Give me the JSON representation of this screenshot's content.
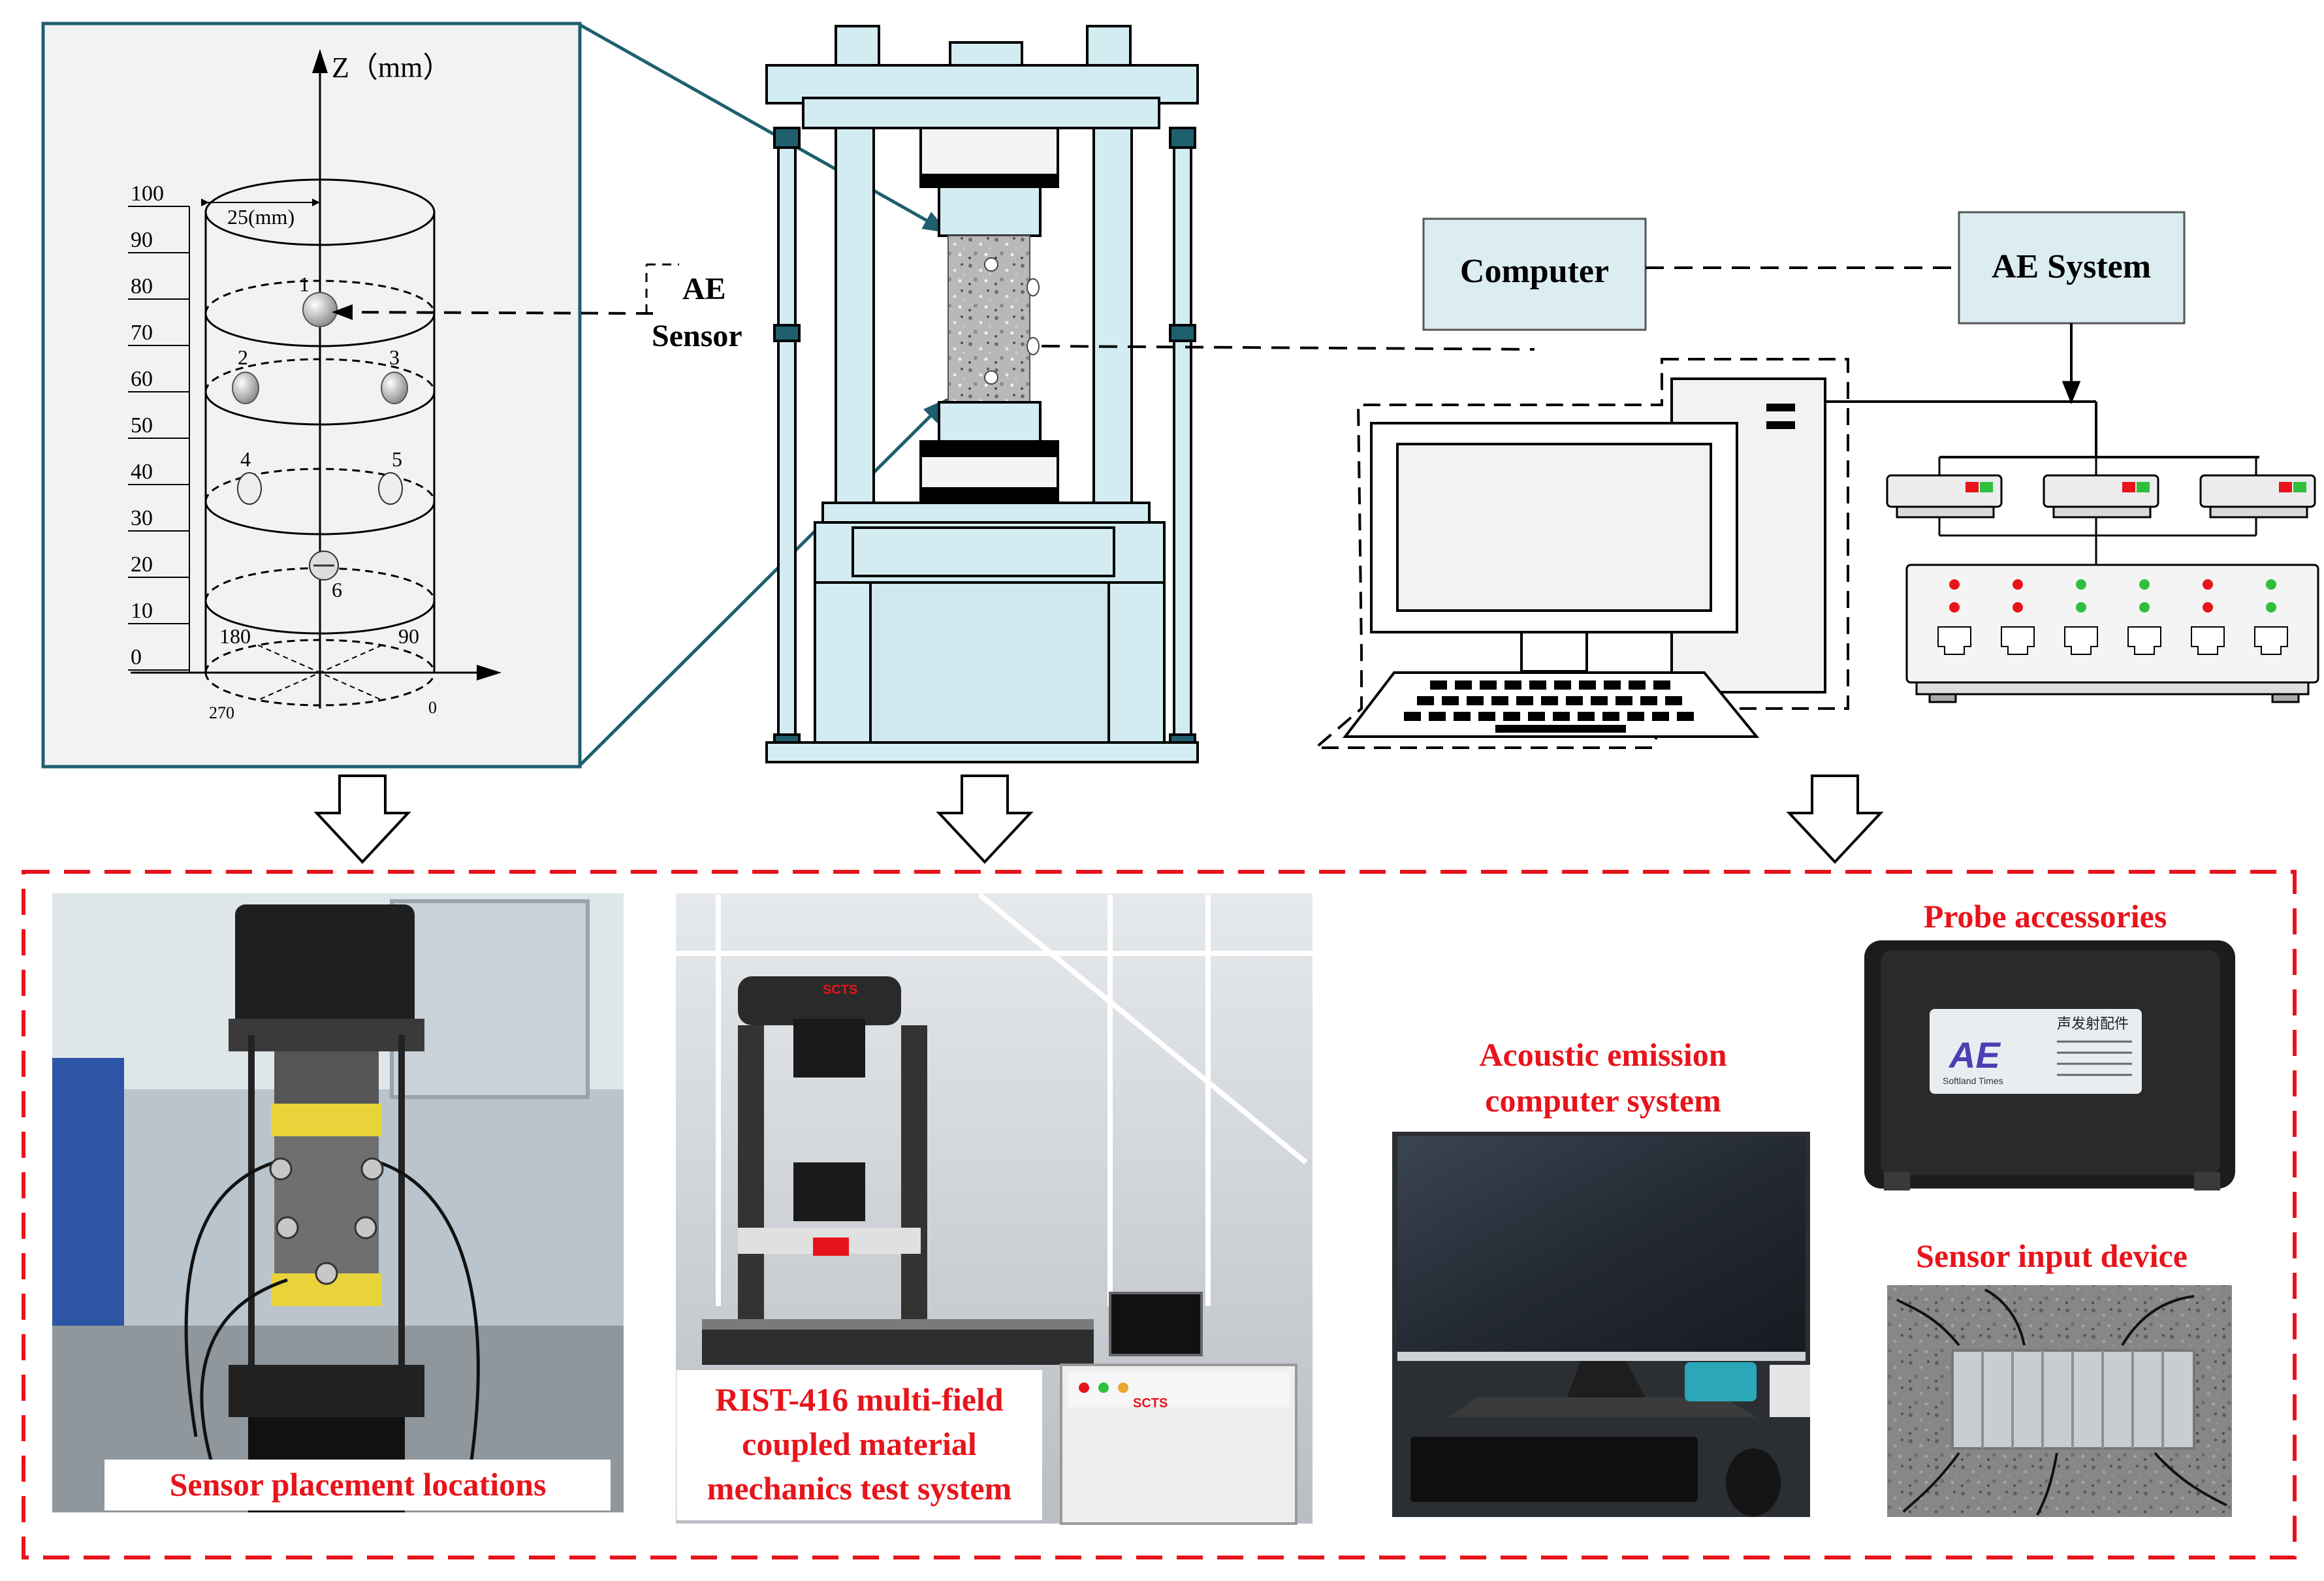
{
  "zoom_inset": {
    "axis_label": "Z（mm）",
    "radius_label": "25(mm)",
    "z_ticks": [
      "100",
      "90",
      "80",
      "70",
      "60",
      "50",
      "40",
      "30",
      "20",
      "10",
      "0"
    ],
    "angle_labels": {
      "a180": "180",
      "a90": "90",
      "a270": "270",
      "a0": "0"
    },
    "sensor_numbers": [
      "1",
      "2",
      "3",
      "4",
      "5",
      "6"
    ]
  },
  "ae_sensor_label": {
    "line1": "AE",
    "line2": "Sensor"
  },
  "boxes": {
    "computer": "Computer",
    "ae_system": "AE System"
  },
  "photo_captions": {
    "sensor_placement": "Sensor placement locations",
    "rist_line1": "RIST-416 multi-field",
    "rist_line2": "coupled material",
    "rist_line3": "mechanics test system",
    "ae_computer_line1": "Acoustic emission",
    "ae_computer_line2": "computer system",
    "probe_accessories": "Probe accessories",
    "sensor_input": "Sensor input device"
  },
  "photo_texts": {
    "machine_logo": "SCTS",
    "case_logo": "AE",
    "case_brand": "Softland Times",
    "case_title": "声发射配件"
  },
  "colors": {
    "frame_blue": "#d3ecf2",
    "frame_dark": "#1f5f6e",
    "box_fill": "#dcedf2",
    "dashed_red": "#e8141b",
    "caption_red": "#e8141b"
  }
}
